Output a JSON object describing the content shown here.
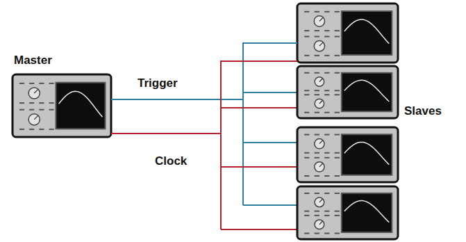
{
  "diagram": {
    "nodes": [
      {
        "text": [
          "Master"
        ]
      },
      {
        "text": [
          "Slaves"
        ]
      }
    ],
    "edges": [
      {
        "from": 0,
        "to": 1,
        "arrow": "none",
        "label": "Trigger"
      },
      {
        "from": 0,
        "to": 1,
        "arrow": "none",
        "label": "Clock"
      }
    ]
  }
}
